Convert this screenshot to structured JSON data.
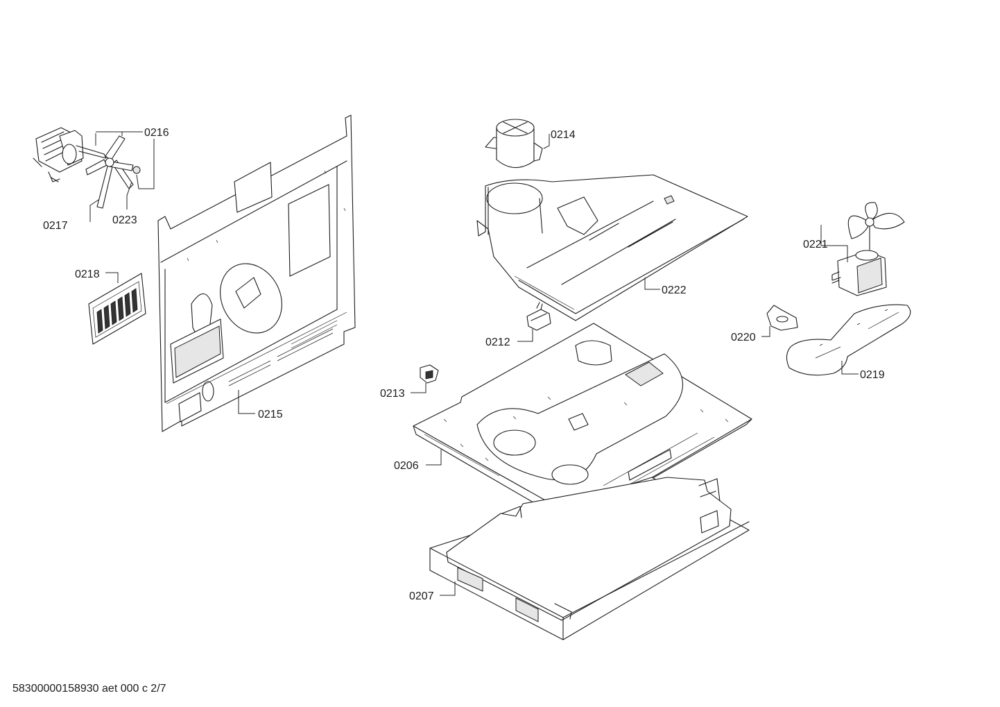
{
  "labels": {
    "p0216": "0216",
    "p0217": "0217",
    "p0223": "0223",
    "p0218": "0218",
    "p0215": "0215",
    "p0214": "0214",
    "p0222": "0222",
    "p0221": "0221",
    "p0220": "0220",
    "p0219": "0219",
    "p0212": "0212",
    "p0213": "0213",
    "p0206": "0206",
    "p0207": "0207"
  },
  "footer": {
    "document_id": "58300000158930 aet 000 c 2/7"
  }
}
